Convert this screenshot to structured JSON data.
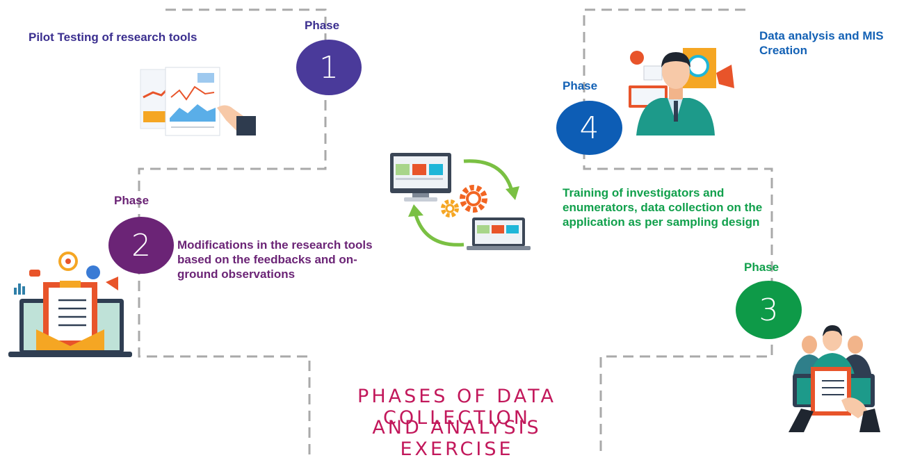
{
  "title": {
    "line1": "PHASES OF DATA COLLECTION",
    "line2": "AND ANALYSIS EXERCISE",
    "color": "#c2185b"
  },
  "center_icon": "computer-sync-gears-icon",
  "phases": [
    {
      "label": "Phase",
      "number": "1",
      "color": "#4a3a9a",
      "text_color": "#3b2f8f",
      "description": "Pilot Testing of  research tools",
      "icon": "report-chart-icon"
    },
    {
      "label": "Phase",
      "number": "2",
      "color": "#6b2476",
      "text_color": "#6b2476",
      "description": "Modifications in the research tools based on the feedbacks and on-ground observations",
      "icon": "laptop-clipboard-icon"
    },
    {
      "label": "Phase",
      "number": "3",
      "color": "#0e9a48",
      "text_color": "#11a04c",
      "description": "Training of investigators and enumerators, data collection on the application as per sampling design",
      "icon": "team-clipboard-icon"
    },
    {
      "label": "Phase",
      "number": "4",
      "color": "#0d5db5",
      "text_color": "#1361b5",
      "description": "Data analysis and MIS Creation",
      "icon": "analyst-person-icon"
    }
  ]
}
